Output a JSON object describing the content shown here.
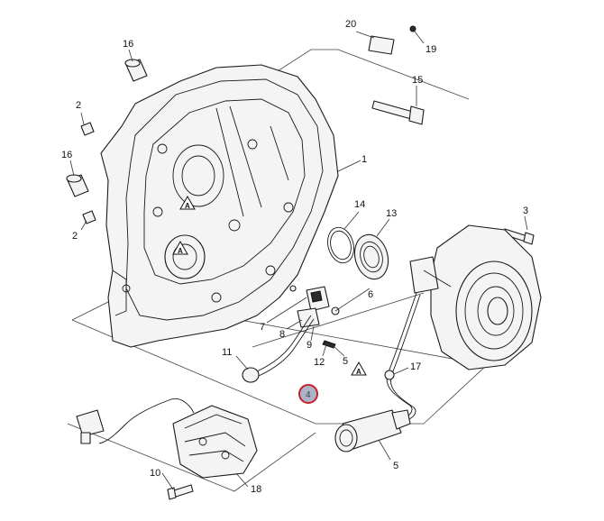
{
  "diagram": {
    "callouts": {
      "c1": "1",
      "c2a": "2",
      "c2b": "2",
      "c3": "3",
      "c4": "4",
      "c5a": "5",
      "c5b": "5",
      "c6": "6",
      "c7": "7",
      "c8": "8",
      "c9": "9",
      "c10": "10",
      "c11": "11",
      "c12": "12",
      "c13": "13",
      "c14": "14",
      "c15": "15",
      "c16a": "16",
      "c16b": "16",
      "c17": "17",
      "c18": "18",
      "c19": "19",
      "c20": "20"
    },
    "warning_symbol_letter": "A",
    "highlighted_callout": "4",
    "highlight_color": "#c8202a"
  }
}
